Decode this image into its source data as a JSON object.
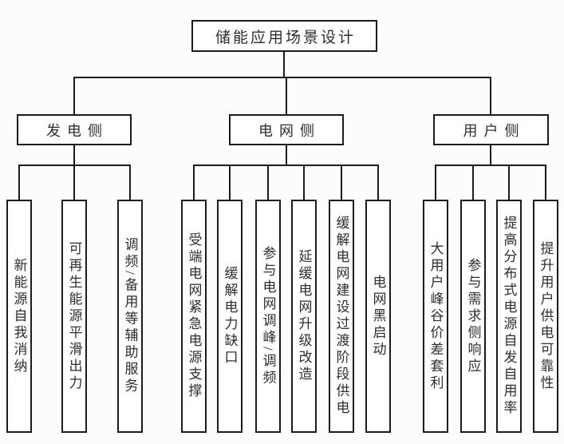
{
  "root": {
    "label": "储能应用场景设计"
  },
  "branches": [
    {
      "label": "发电侧",
      "children": [
        "新能源自我消纳",
        "可再生能源平滑出力",
        "调频/备用等辅助服务"
      ]
    },
    {
      "label": "电网侧",
      "children": [
        "受端电网紧急电源支撑",
        "缓解电力缺口",
        "参与电网调峰/调频",
        "延缓电网升级改造",
        "缓解电网建设过渡阶段供电",
        "电网黑启动"
      ]
    },
    {
      "label": "用户侧",
      "children": [
        "大用户峰谷价差套利",
        "参与需求侧响应",
        "提高分布式电源自发自用率",
        "提升用户供电可靠性"
      ]
    }
  ],
  "colors": {
    "line": "#1b1b1b",
    "box_background": "#ffffff",
    "page_background": "#fcfcfb",
    "text": "#2e2e2e"
  }
}
